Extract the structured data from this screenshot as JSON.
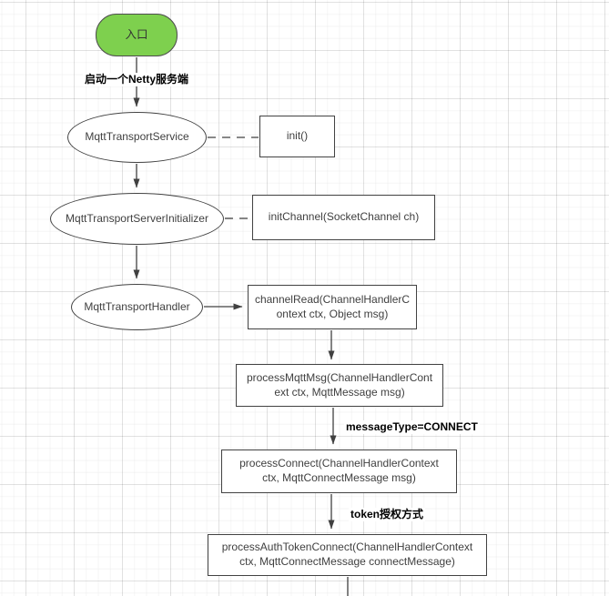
{
  "nodes": {
    "entry": {
      "label": "入口"
    },
    "service": {
      "label": "MqttTransportService"
    },
    "init": {
      "label": "init()"
    },
    "initializer": {
      "label": "MqttTransportServerInitializer"
    },
    "init_channel": {
      "label": "initChannel(SocketChannel ch)"
    },
    "handler": {
      "label": "MqttTransportHandler"
    },
    "channel_read": {
      "label": "channelRead(ChannelHandlerC\nontext ctx, Object msg)"
    },
    "process_mqtt_msg": {
      "label": "processMqttMsg(ChannelHandlerCont\next ctx, MqttMessage msg)"
    },
    "process_connect": {
      "label": "processConnect(ChannelHandlerContext\nctx, MqttConnectMessage msg)"
    },
    "process_auth_token_connect": {
      "label": "processAuthTokenConnect(ChannelHandlerContext\nctx, MqttConnectMessage connectMessage)"
    }
  },
  "edge_labels": {
    "start_service": "启动一个Netty服务端",
    "message_type": "messageType=CONNECT",
    "token_auth": "token授权方式"
  },
  "colors": {
    "start_fill": "#7ed04e",
    "start_stroke": "#4d4d4d",
    "node_fill": "#ffffff",
    "node_stroke": "#424242",
    "node_text": "#404040",
    "edge_stroke": "#404040",
    "edge_label_text": "#000000",
    "grid_minor": "#f6f6f6",
    "grid_major": "#e9e9e9"
  }
}
